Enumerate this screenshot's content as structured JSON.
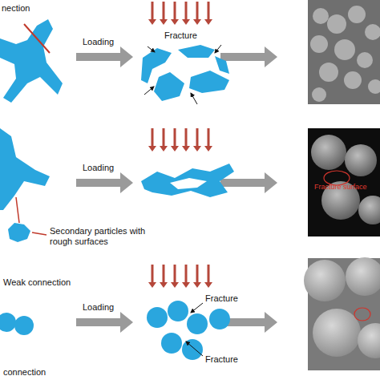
{
  "diagram": {
    "labels": [
      "nection",
      "Loading",
      "Fracture",
      "Loading",
      "Secondary particles with rough surfaces",
      "Fracture surface",
      "Weak connection",
      "Loading",
      "Fracture",
      "Fracture",
      "connection"
    ]
  }
}
